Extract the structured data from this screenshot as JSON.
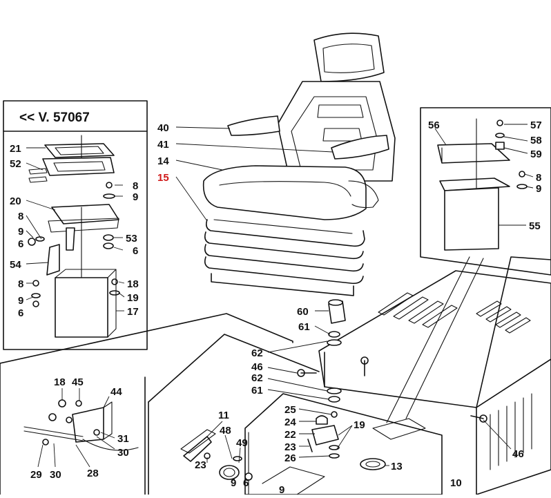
{
  "inset_title": "<< V. 57067",
  "accent_color": "#d01818",
  "line_color": "#111111",
  "labels": {
    "seat": [
      "40",
      "41",
      "14",
      "15"
    ],
    "inset_left": [
      "21",
      "52",
      "20",
      "8",
      "9",
      "6",
      "54",
      "8",
      "9",
      "6",
      "8",
      "9",
      "53",
      "6",
      "18",
      "19",
      "17"
    ],
    "inset_right": [
      "56",
      "57",
      "58",
      "59",
      "8",
      "9",
      "55"
    ],
    "inset_bottom": [
      "18",
      "45",
      "44",
      "31",
      "30",
      "29",
      "30",
      "28"
    ],
    "main": [
      "60",
      "61",
      "62",
      "46",
      "62",
      "61",
      "25",
      "24",
      "22",
      "23",
      "26",
      "19",
      "11",
      "48",
      "49",
      "23",
      "9",
      "6",
      "13",
      "10",
      "46",
      "9"
    ]
  }
}
